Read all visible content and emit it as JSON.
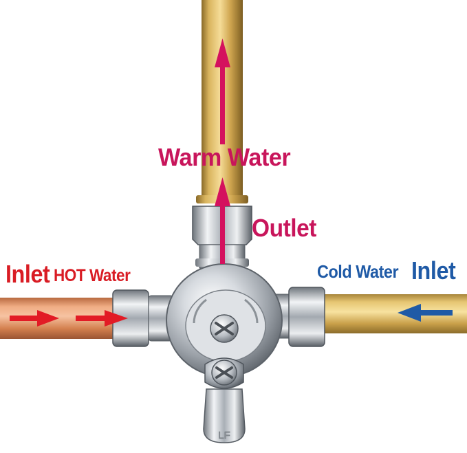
{
  "labels": {
    "warm_water": "Warm Water",
    "outlet": "Outlet",
    "inlet_left": "Inlet",
    "hot_water": "HOT Water",
    "cold_water": "Cold Water",
    "inlet_right": "Inlet",
    "valve_mark": "LF"
  },
  "colors": {
    "warm_label": "#c8155b",
    "hot_label": "#d91c24",
    "cold_label": "#1f5aa6",
    "copper_pipe": "#d98a5e",
    "brass_pipe": "#d8b65a",
    "chrome": "#c9cdd2"
  },
  "icons": {
    "outlet_arrows": "arrow-up-icon",
    "hot_arrows": "arrow-right-icon",
    "cold_arrow": "arrow-left-icon",
    "screws": "screw-icon"
  }
}
